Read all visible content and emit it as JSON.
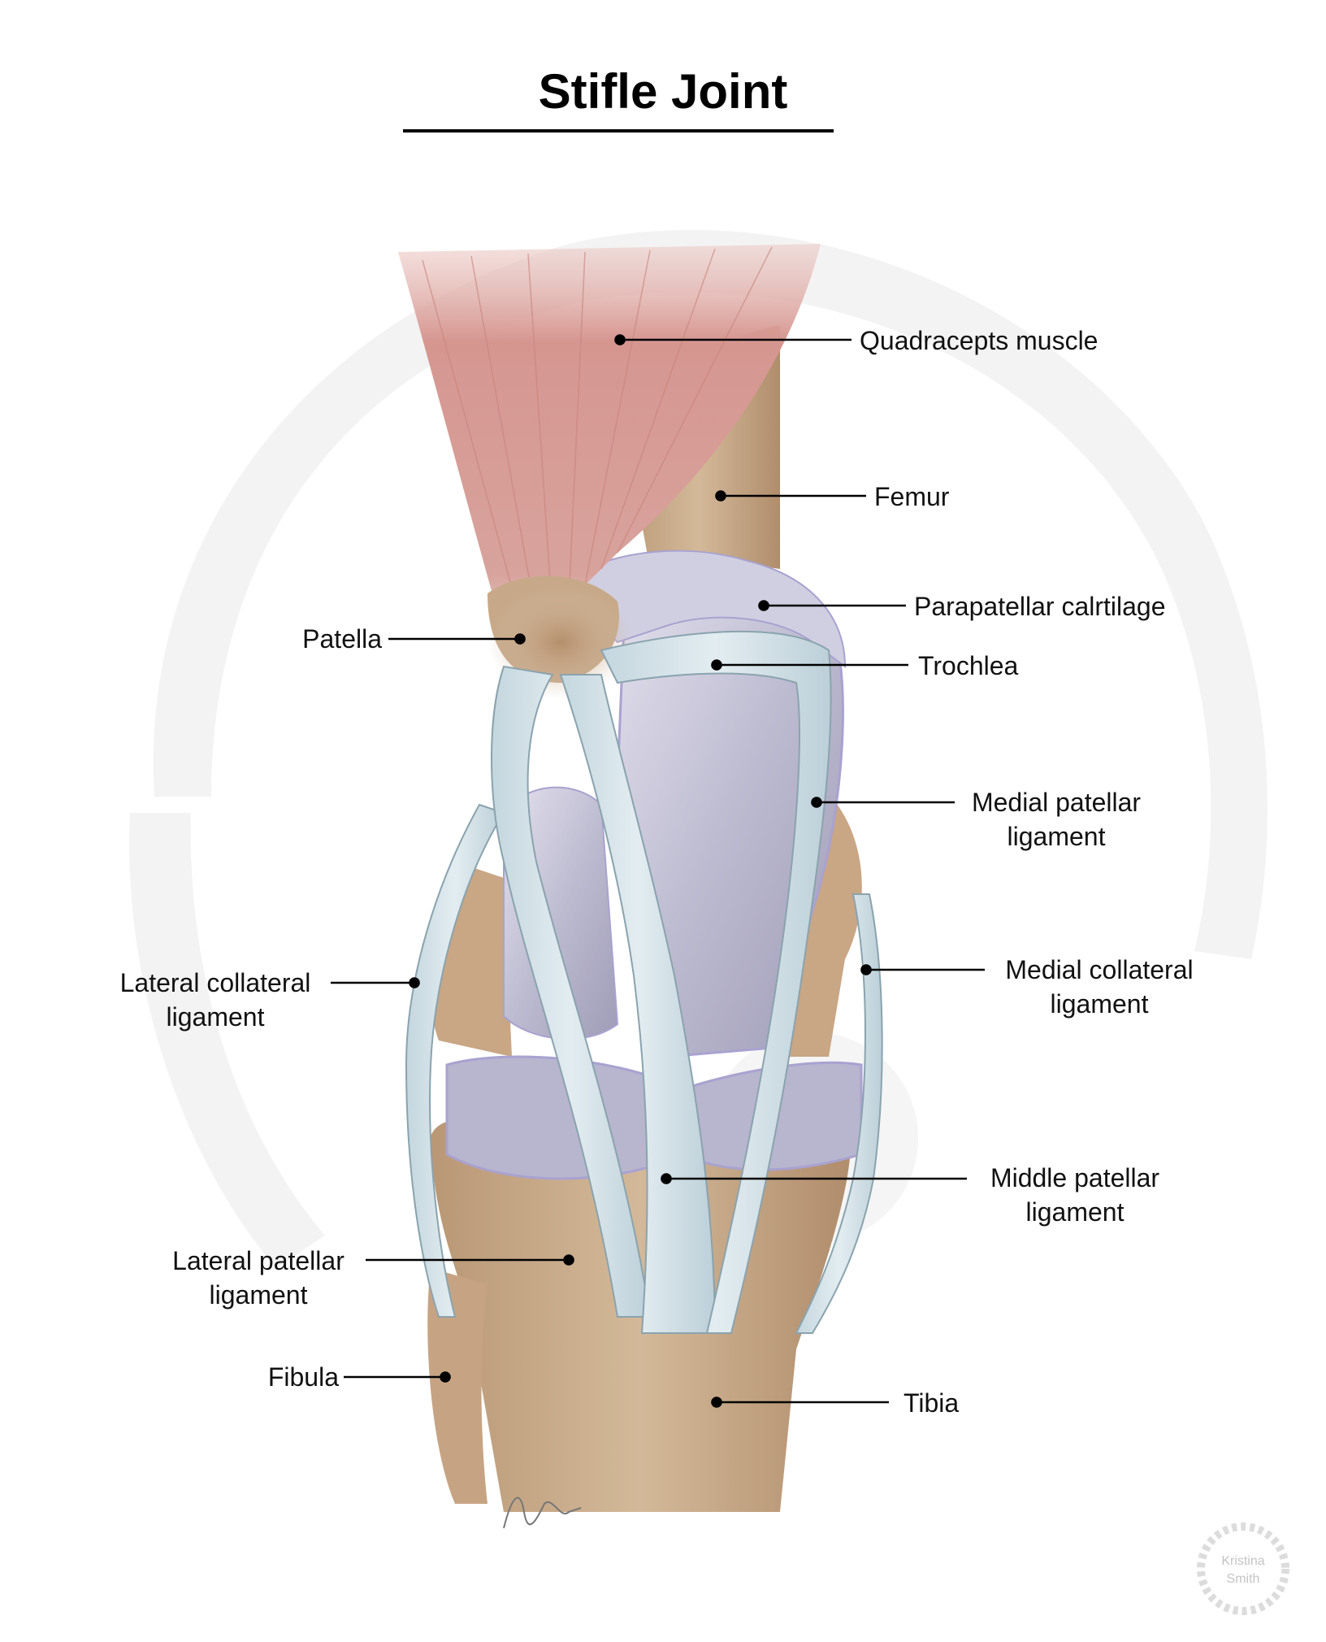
{
  "title": "Stifle Joint",
  "labels": {
    "quadriceps": "Quadracepts muscle",
    "femur": "Femur",
    "parapatellar": "Parapatellar calrtilage",
    "trochlea": "Trochlea",
    "patella": "Patella",
    "medial_patellar_1": "Medial patellar",
    "medial_patellar_2": "ligament",
    "medial_collateral_1": "Medial collateral",
    "medial_collateral_2": "ligament",
    "lateral_collateral_1": "Lateral collateral",
    "lateral_collateral_2": "ligament",
    "middle_patellar_1": "Middle patellar",
    "middle_patellar_2": "ligament",
    "lateral_patellar_1": "Lateral patellar",
    "lateral_patellar_2": "ligament",
    "fibula": "Fibula",
    "tibia": "Tibia"
  },
  "watermark": {
    "line1": "Kristina",
    "line2": "Smith"
  },
  "colors": {
    "muscle": "#d9a19c",
    "bone": "#c9ab8c",
    "cartilage": "#c3c3d6",
    "ligament": "#d3e1e7",
    "background_skeleton": "#f3f3f3"
  }
}
